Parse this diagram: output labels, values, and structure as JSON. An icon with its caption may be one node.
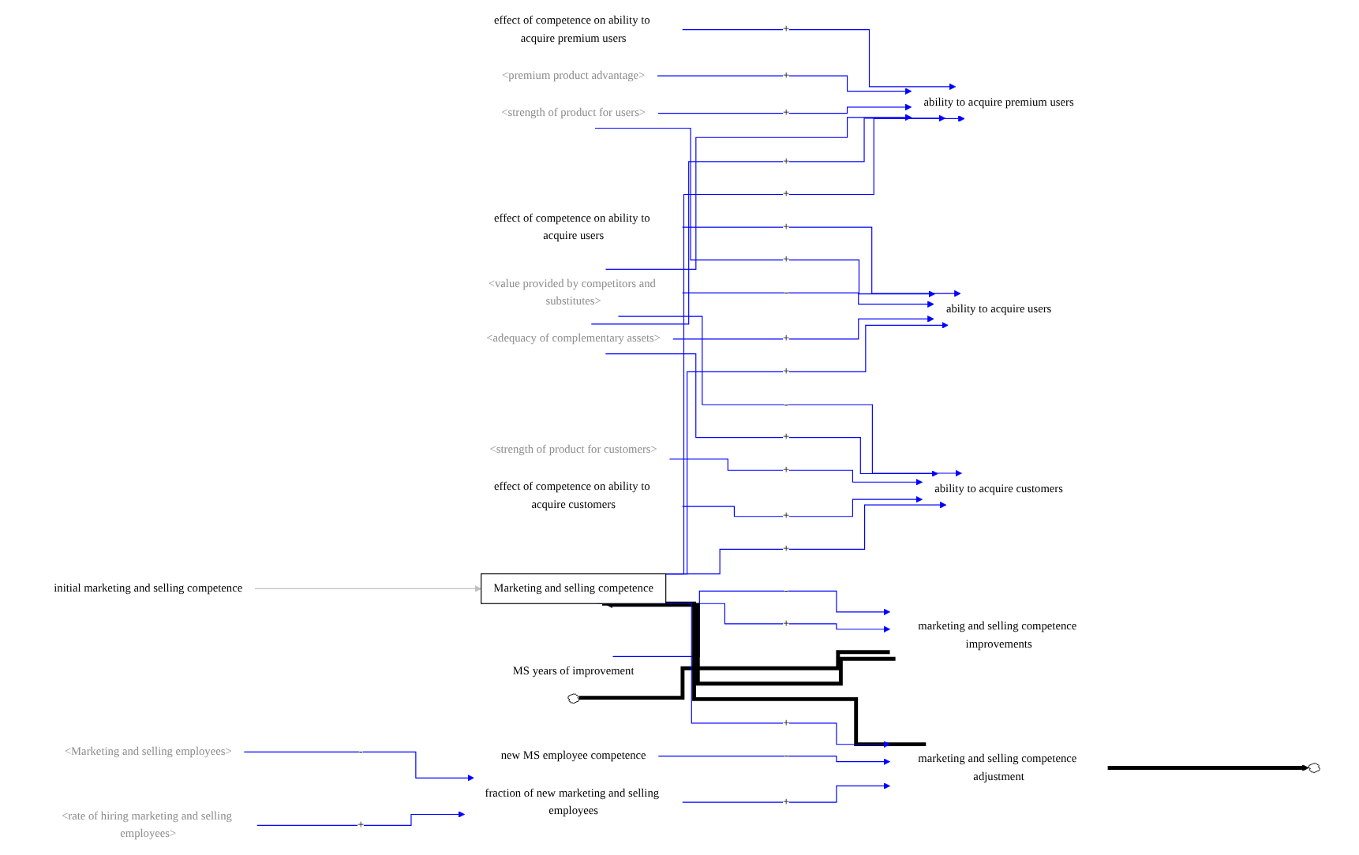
{
  "diagram": {
    "nodes": [
      {
        "text": [
          "effect of competence on ability to acquire premium users"
        ]
      },
      {
        "text": [
          "effect of competence on ability to acquire users"
        ]
      },
      {
        "text": [
          "<premium product advantage>"
        ]
      },
      {
        "text": [
          "ability to acquire premium users"
        ]
      },
      {
        "text": [
          "<strength of product for users>"
        ]
      },
      {
        "text": [
          "<value provided by competitors and substitutes>"
        ]
      },
      {
        "text": [
          "ability to acquire users"
        ]
      },
      {
        "text": [
          "initial marketing and selling competence"
        ]
      },
      {
        "text": [
          "<adequacy of complementary assets>"
        ]
      },
      {
        "text": [
          "ability to acquire customers"
        ]
      },
      {
        "text": [
          "<strength of product for customers>"
        ]
      },
      {
        "text": [
          "MS years of improvement"
        ]
      },
      {
        "text": [],
        "shape": "cloud"
      },
      {
        "text": [
          "marketing and selling competence improvements"
        ]
      },
      {
        "text": [
          "Marketing and selling competence"
        ]
      },
      {
        "text": [
          "marketing and selling competence adjustment"
        ]
      },
      {
        "text": [],
        "shape": "cloud"
      },
      {
        "text": [
          "effect of competence on ability to acquire customers"
        ]
      },
      {
        "text": [
          "new MS employee competence"
        ]
      },
      {
        "text": [
          "fraction of new marketing and selling employees"
        ]
      },
      {
        "text": [
          "<Marketing and selling employees>"
        ]
      },
      {
        "text": [
          "<rate of hiring marketing and selling employees>"
        ]
      }
    ],
    "edges": [
      {
        "from": 0,
        "to": 3,
        "arrow": "to",
        "label": "+"
      },
      {
        "from": 2,
        "to": 3,
        "arrow": "to",
        "label": "+"
      },
      {
        "from": 4,
        "to": 3,
        "arrow": "to",
        "label": "+"
      },
      {
        "from": 5,
        "to": 3,
        "arrow": "to"
      },
      {
        "from": 8,
        "to": 3,
        "arrow": "to",
        "label": "+"
      },
      {
        "from": 14,
        "to": 3,
        "arrow": "to",
        "label": "+"
      },
      {
        "from": 1,
        "to": 6,
        "arrow": "to",
        "label": "+"
      },
      {
        "from": 4,
        "to": 6,
        "arrow": "to",
        "label": "+"
      },
      {
        "from": 5,
        "to": 6,
        "arrow": "to",
        "label": "-"
      },
      {
        "from": 8,
        "to": 6,
        "arrow": "to",
        "label": "+"
      },
      {
        "from": 14,
        "to": 6,
        "arrow": "to",
        "label": "+"
      },
      {
        "from": 5,
        "to": 9,
        "arrow": "to",
        "label": "-"
      },
      {
        "from": 8,
        "to": 9,
        "arrow": "to",
        "label": "+"
      },
      {
        "from": 10,
        "to": 9,
        "arrow": "to",
        "label": "+"
      },
      {
        "from": 17,
        "to": 9,
        "arrow": "to",
        "label": "+"
      },
      {
        "from": 14,
        "to": 9,
        "arrow": "to",
        "label": "+"
      },
      {
        "from": 7,
        "to": 14,
        "arrow": "to",
        "color": "#c0c0c0"
      },
      {
        "from": 11,
        "to": 13,
        "arrow": "to",
        "label": "-"
      },
      {
        "from": 14,
        "to": 13,
        "arrow": "to",
        "label": "+"
      },
      {
        "from": 12,
        "to": 13,
        "arrow": "none",
        "style": "thick",
        "color": "#000000"
      },
      {
        "from": 13,
        "to": 14,
        "arrow": "to",
        "style": "thick",
        "color": "#000000"
      },
      {
        "from": 14,
        "to": 15,
        "arrow": "none",
        "style": "thick",
        "color": "#000000"
      },
      {
        "from": 15,
        "to": 16,
        "arrow": "to",
        "style": "thick",
        "color": "#000000"
      },
      {
        "from": 14,
        "to": 15,
        "arrow": "to",
        "label": "+"
      },
      {
        "from": 18,
        "to": 15,
        "arrow": "to",
        "label": "-"
      },
      {
        "from": 19,
        "to": 15,
        "arrow": "to",
        "label": "+"
      },
      {
        "from": 20,
        "to": 19,
        "arrow": "to",
        "label": "-"
      },
      {
        "from": 21,
        "to": 19,
        "arrow": "to",
        "label": "+"
      }
    ]
  }
}
